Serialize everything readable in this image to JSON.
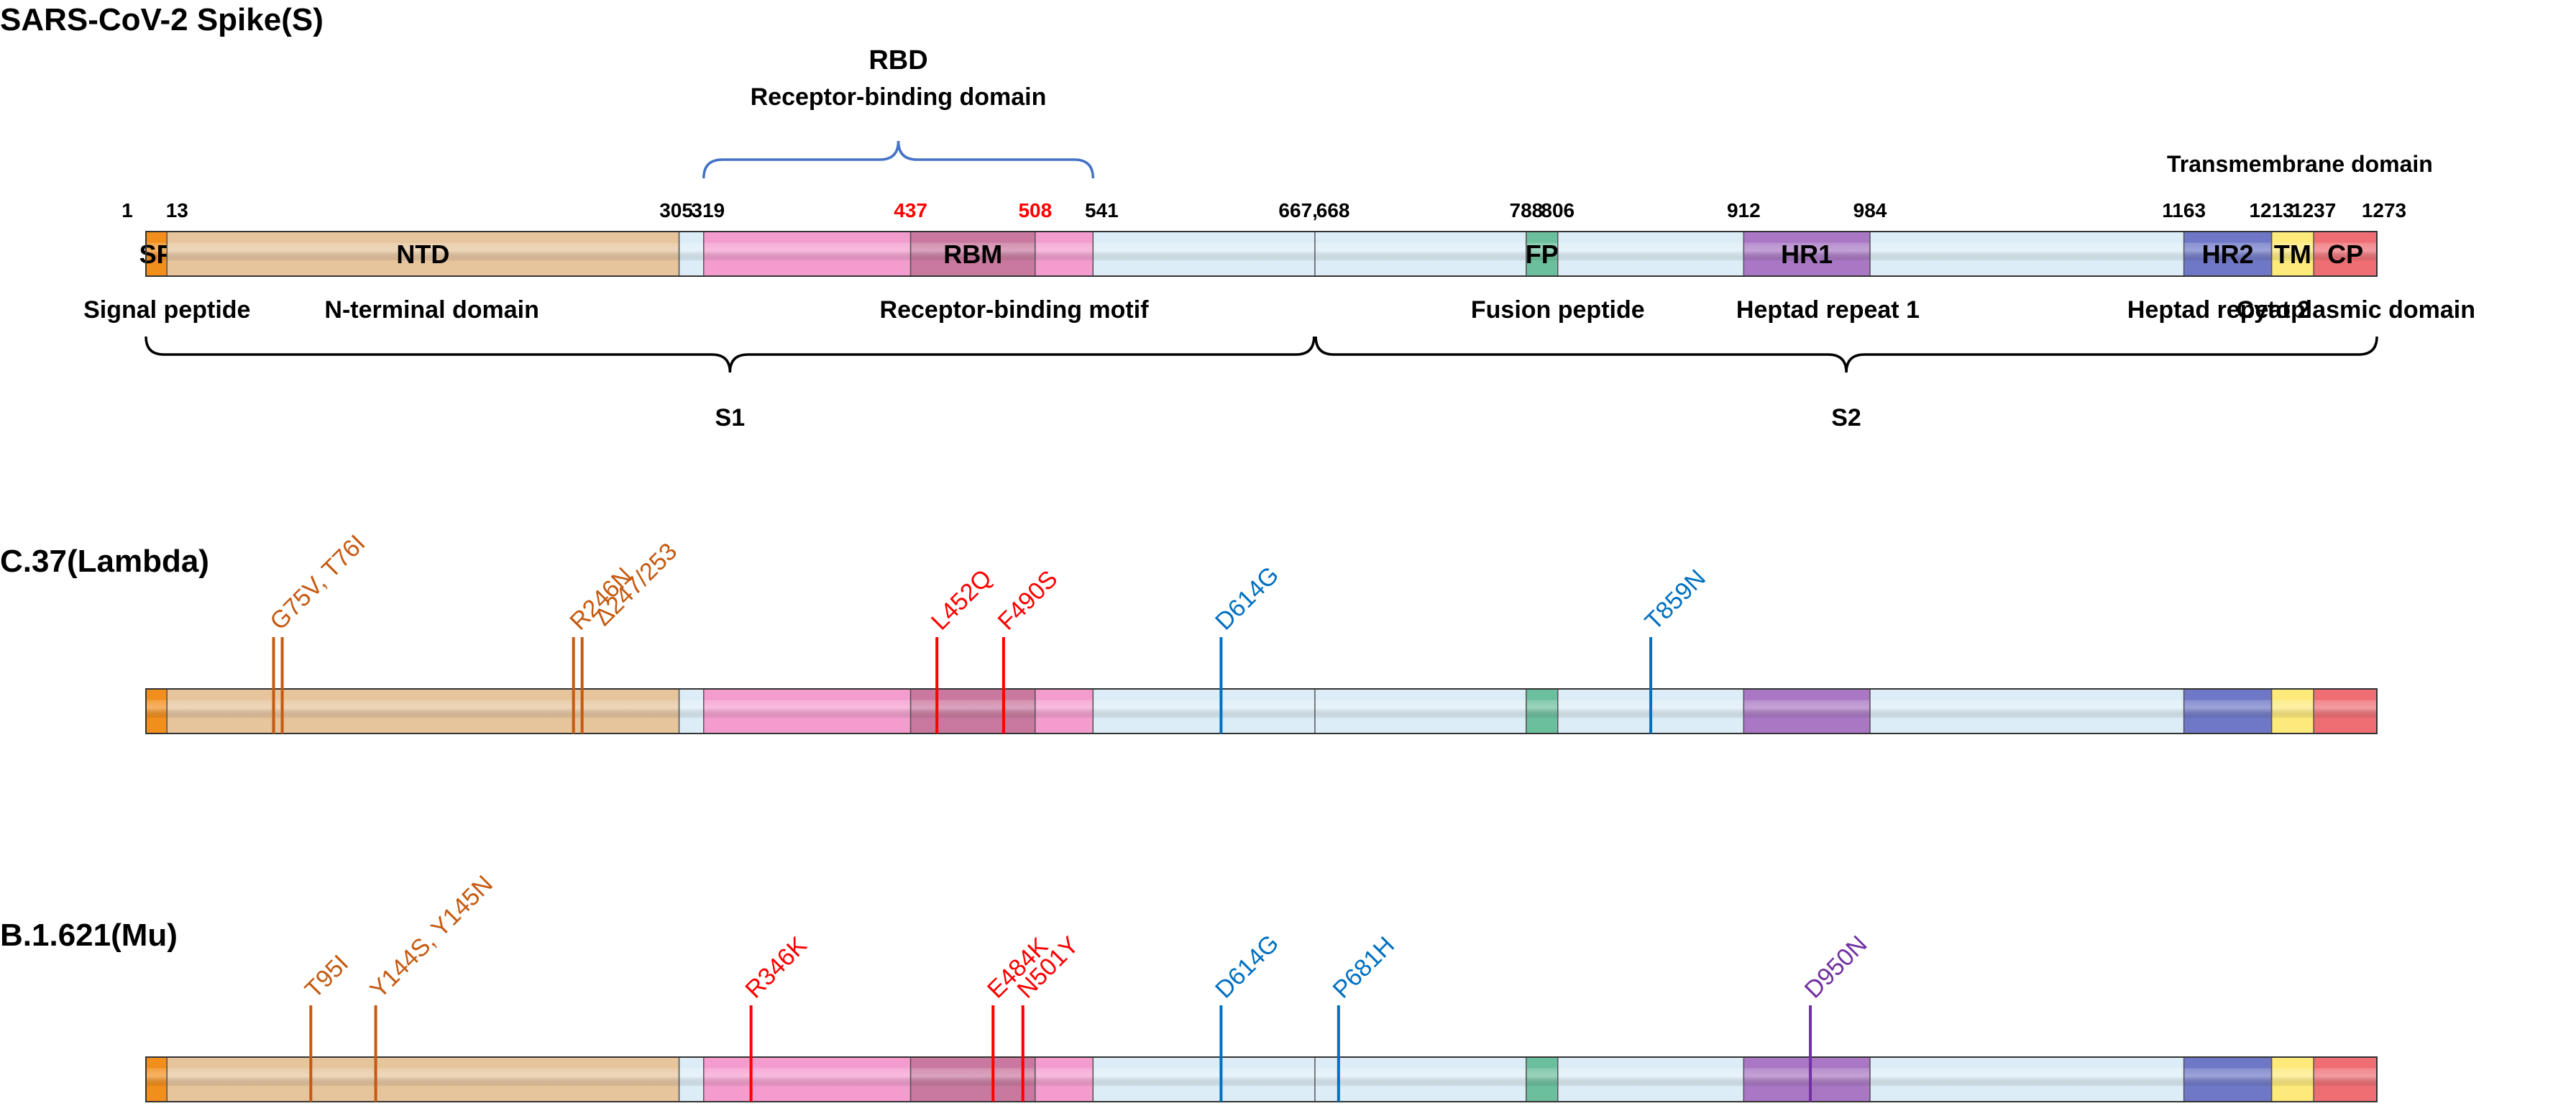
{
  "title": "SARS-CoV-2 Spike(S)",
  "colors": {
    "SP": "#f28e1c",
    "NTD": "#e6c49c",
    "linker": "#dcedf7",
    "RBD": "#f59ccf",
    "RBM": "#c9799f",
    "FP": "#6cbf9d",
    "HR1": "#a977c4",
    "HR2": "#6f78c7",
    "TM": "#fdea7a",
    "CP": "#ee6e74",
    "mut_ntd": "#c55a11",
    "mut_rbd": "#ff0000",
    "mut_s1": "#0070c0",
    "mut_s2": "#7030a0",
    "bracket_rbd": "#4472c4",
    "highlight_num": "#ff0000"
  },
  "rbd": {
    "label": "RBD",
    "sublabel": "Receptor-binding domain"
  },
  "tm_label": "Transmembrane domain",
  "positions": [
    {
      "text": "1",
      "pos": 1
    },
    {
      "text": "13",
      "pos": 13
    },
    {
      "text": "305",
      "pos": 305
    },
    {
      "text": "319",
      "pos": 319
    },
    {
      "text": "437",
      "pos": 437,
      "highlight": true
    },
    {
      "text": "508",
      "pos": 508,
      "highlight": true
    },
    {
      "text": "541",
      "pos": 541
    },
    {
      "text": "667,",
      "pos": 667
    },
    {
      "text": "668",
      "pos": 668
    },
    {
      "text": "788",
      "pos": 788
    },
    {
      "text": "806",
      "pos": 806
    },
    {
      "text": "912",
      "pos": 912
    },
    {
      "text": "984",
      "pos": 984
    },
    {
      "text": "1163",
      "pos": 1163
    },
    {
      "text": "1213",
      "pos": 1213
    },
    {
      "text": "1237",
      "pos": 1237
    },
    {
      "text": "1273",
      "pos": 1273
    }
  ],
  "domains": [
    {
      "key": "SP",
      "start": 1,
      "end": 13,
      "label": "SP"
    },
    {
      "key": "NTD",
      "start": 13,
      "end": 305,
      "label": "NTD"
    },
    {
      "key": "linker",
      "start": 305,
      "end": 319,
      "label": ""
    },
    {
      "key": "RBD",
      "start": 319,
      "end": 437,
      "label": ""
    },
    {
      "key": "RBM",
      "start": 437,
      "end": 508,
      "label": "RBM"
    },
    {
      "key": "RBD",
      "start": 508,
      "end": 541,
      "label": ""
    },
    {
      "key": "linker",
      "start": 541,
      "end": 788,
      "label": ""
    },
    {
      "key": "FP",
      "start": 788,
      "end": 806,
      "label": "FP"
    },
    {
      "key": "linker",
      "start": 806,
      "end": 912,
      "label": ""
    },
    {
      "key": "HR1",
      "start": 912,
      "end": 984,
      "label": "HR1"
    },
    {
      "key": "linker",
      "start": 984,
      "end": 1163,
      "label": ""
    },
    {
      "key": "HR2",
      "start": 1163,
      "end": 1213,
      "label": "HR2"
    },
    {
      "key": "TM",
      "start": 1213,
      "end": 1237,
      "label": "TM"
    },
    {
      "key": "CP",
      "start": 1237,
      "end": 1273,
      "label": "CP"
    }
  ],
  "descriptions": [
    {
      "text": "Signal peptide",
      "pos": 13
    },
    {
      "text": "N-terminal domain",
      "pos": 164
    },
    {
      "text": "Receptor-binding motif",
      "pos": 496
    },
    {
      "text": "Fusion peptide",
      "pos": 806
    },
    {
      "text": "Heptad repeat 1",
      "pos": 960
    },
    {
      "text": "Heptad repeat 2",
      "pos": 1183
    },
    {
      "text": "Cytoplasmic domain",
      "pos": 1261
    }
  ],
  "subunits": [
    {
      "label": "S1",
      "start": 1,
      "end": 667
    },
    {
      "label": "S2",
      "start": 668,
      "end": 1273
    }
  ],
  "variants": [
    {
      "name": "C.37(Lambda)",
      "mutations": [
        {
          "label": "G75V, T76I",
          "positions": [
            75,
            76
          ],
          "group": "mut_ntd"
        },
        {
          "label": "R246N\nΔ247/253",
          "positions": [
            246,
            250
          ],
          "group": "mut_ntd"
        },
        {
          "label": "L452Q",
          "positions": [
            452
          ],
          "group": "mut_rbd"
        },
        {
          "label": "F490S",
          "positions": [
            490
          ],
          "group": "mut_rbd"
        },
        {
          "label": "D614G",
          "positions": [
            614
          ],
          "group": "mut_s1"
        },
        {
          "label": "T859N",
          "positions": [
            859
          ],
          "group": "mut_s1"
        }
      ]
    },
    {
      "name": "B.1.621(Mu)",
      "mutations": [
        {
          "label": "T95I",
          "positions": [
            95
          ],
          "group": "mut_ntd"
        },
        {
          "label": "Y144S, Y145N",
          "positions": [
            132
          ],
          "group": "mut_ntd"
        },
        {
          "label": "R346K",
          "positions": [
            346
          ],
          "group": "mut_rbd"
        },
        {
          "label": "E484K",
          "positions": [
            484
          ],
          "group": "mut_rbd"
        },
        {
          "label": "N501Y",
          "positions": [
            501
          ],
          "group": "mut_rbd"
        },
        {
          "label": "D614G",
          "positions": [
            614
          ],
          "group": "mut_s1"
        },
        {
          "label": "P681H",
          "positions": [
            681
          ],
          "group": "mut_s1"
        },
        {
          "label": "D950N",
          "positions": [
            950
          ],
          "group": "mut_s2"
        }
      ]
    }
  ]
}
